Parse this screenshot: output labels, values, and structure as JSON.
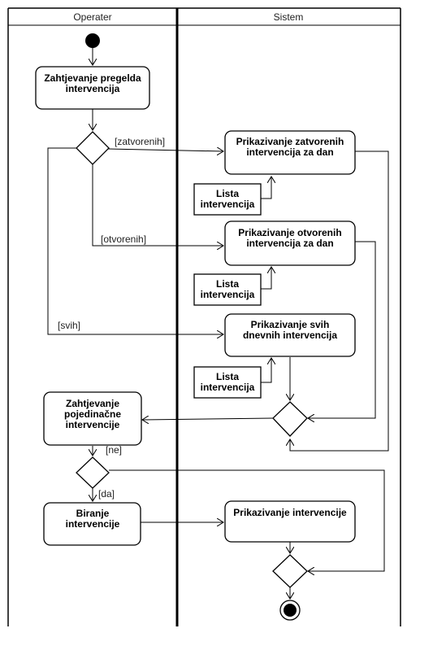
{
  "lanes": {
    "left": "Operater",
    "right": "Sistem"
  },
  "activities": {
    "zahtjevanje_pregleda": [
      "Zahtjevanje pregelda",
      "intervencija"
    ],
    "prikaz_zatvorenih": [
      "Prikazivanje zatvorenih",
      "intervencija za dan"
    ],
    "prikaz_otvorenih": [
      "Prikazivanje otvorenih",
      "intervencija za dan"
    ],
    "prikaz_svih": [
      "Prikazivanje svih",
      "dnevnih intervencija"
    ],
    "zahtjevanje_pojedinacne": [
      "Zahtjevanje",
      "pojedinačne",
      "intervencije"
    ],
    "biranje": [
      "Biranje",
      "intervencije"
    ],
    "prikaz_intervencije": [
      "Prikazivanje intervencije"
    ]
  },
  "objects": {
    "lista_1": [
      "Lista",
      "intervencija"
    ],
    "lista_2": [
      "Lista",
      "intervencija"
    ],
    "lista_3": [
      "Lista",
      "intervencija"
    ]
  },
  "guards": {
    "zatvorenih": "[zatvorenih]",
    "otvorenih": "[otvorenih]",
    "svih": "[svih]",
    "ne": "[ne]",
    "da": "[da]"
  }
}
